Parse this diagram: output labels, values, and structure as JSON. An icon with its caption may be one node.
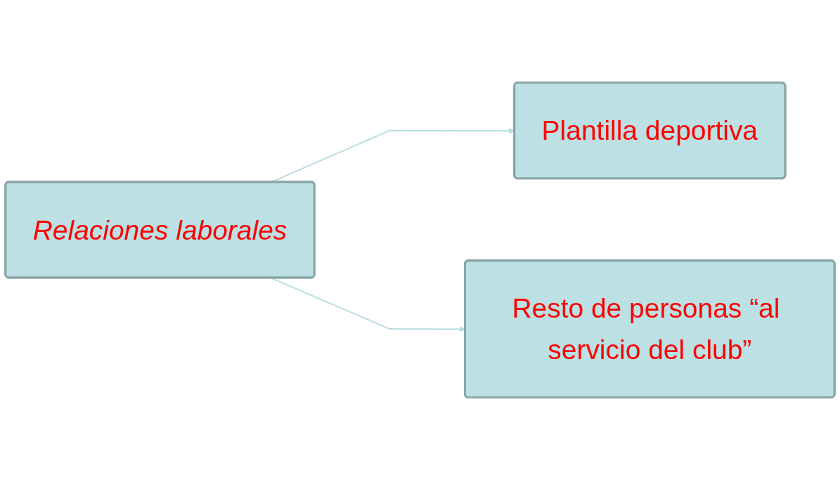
{
  "diagram": {
    "nodes": [
      {
        "text": [
          "Relaciones laborales"
        ]
      },
      {
        "text": [
          "Plantilla deportiva"
        ]
      },
      {
        "text": [
          "Resto de personas “al servicio del club”"
        ]
      }
    ],
    "edges": [
      {
        "from": 0,
        "to": 1,
        "arrow": "to"
      },
      {
        "from": 0,
        "to": 2,
        "arrow": "to"
      }
    ]
  }
}
